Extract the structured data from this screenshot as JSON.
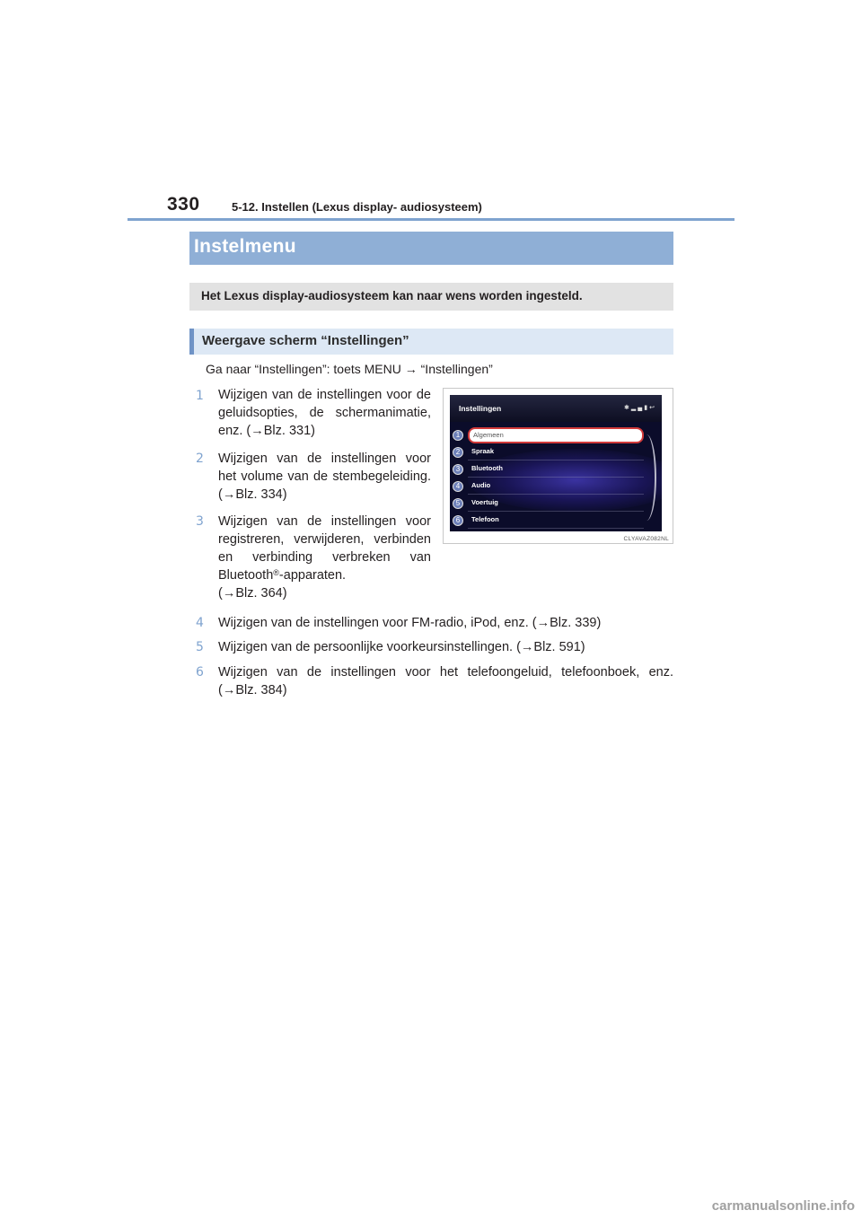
{
  "header": {
    "page_number": "330",
    "section": "5-12. Instellen (Lexus display- audiosysteem)"
  },
  "banner_title": "Instelmenu",
  "intro": "Het Lexus display-audiosysteem kan naar wens worden ingesteld.",
  "subheading": "Weergave scherm “Instellingen”",
  "instruction": "Ga naar “Instellingen”: toets MENU → “Instellingen”",
  "items": [
    {
      "num": "1",
      "lines": [
        "Wijzigen van de instellingen voor de",
        "geluidsopties, de schermanimatie,",
        "enz.  (→Blz. 331)"
      ]
    },
    {
      "num": "2",
      "lines": [
        "Wijzigen van de instellingen voor",
        "het volume van de stembegeleiding.",
        "(→Blz. 334)"
      ]
    },
    {
      "num": "3",
      "lines": [
        "Wijzigen van de instellingen voor",
        "registreren, verwijderen, verbinden",
        "en verbinding verbreken van",
        "Bluetooth",
        "®",
        "-apparaten.",
        "(→Blz. 364)"
      ]
    },
    {
      "num": "4",
      "text": "Wijzigen van de instellingen voor FM-radio, iPod, enz. (→Blz. 339)"
    },
    {
      "num": "5",
      "text": "Wijzigen van de persoonlijke voorkeursinstellingen. (→Blz. 591)"
    },
    {
      "num": "6",
      "lines": [
        "Wijzigen van de instellingen voor het telefoongeluid, telefoonboek, enz.",
        "(→Blz. 384)"
      ]
    }
  ],
  "screen": {
    "title": "Instellingen",
    "menu": [
      {
        "num": "1",
        "label": "Algemeen"
      },
      {
        "num": "2",
        "label": "Spraak"
      },
      {
        "num": "3",
        "label": "Bluetooth"
      },
      {
        "num": "4",
        "label": "Audio"
      },
      {
        "num": "5",
        "label": "Voertuig"
      },
      {
        "num": "6",
        "label": "Telefoon"
      }
    ],
    "status_icons": [
      "bluetooth-icon",
      "signal-icon",
      "battery-icon",
      "back-icon"
    ],
    "figure_code": "CLYAVAZ082NL"
  },
  "watermark": "carmanualsonline.info",
  "colors": {
    "accent": "#8fafd6",
    "rule": "#7fa3cf",
    "number": "#7fa3cf",
    "highlight": "#d23a3a"
  }
}
